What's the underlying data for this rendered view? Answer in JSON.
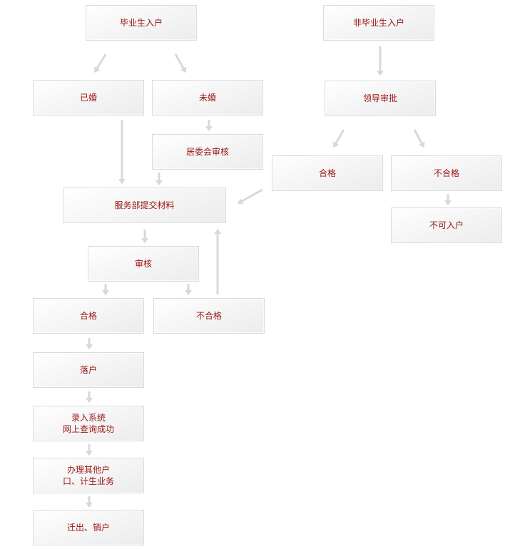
{
  "diagram": {
    "nodes": {
      "graduate": {
        "label": "毕业生入户"
      },
      "non_graduate": {
        "label": "非毕业生入户"
      },
      "married": {
        "label": "已婚"
      },
      "unmarried": {
        "label": "未婚"
      },
      "leader_approval": {
        "label": "领导审批"
      },
      "committee_review": {
        "label": "居委会审核"
      },
      "approval_pass": {
        "label": "合格"
      },
      "approval_fail": {
        "label": "不合格"
      },
      "submit_materials": {
        "label": "服务部提交材料"
      },
      "no_entry": {
        "label": "不可入户"
      },
      "review": {
        "label": "审核"
      },
      "review_pass": {
        "label": "合格"
      },
      "review_fail": {
        "label": "不合格"
      },
      "settle": {
        "label": "落户"
      },
      "system_entry": {
        "line1": "录入系统",
        "line2": "网上查询成功"
      },
      "other_procedures": {
        "line1": "办理其他户",
        "line2": "口、计生业务"
      },
      "move_out": {
        "label": "迁出、销户"
      }
    },
    "edges": [
      [
        "graduate",
        "married"
      ],
      [
        "graduate",
        "unmarried"
      ],
      [
        "non_graduate",
        "leader_approval"
      ],
      [
        "unmarried",
        "committee_review"
      ],
      [
        "married",
        "submit_materials"
      ],
      [
        "committee_review",
        "submit_materials"
      ],
      [
        "leader_approval",
        "approval_pass"
      ],
      [
        "leader_approval",
        "approval_fail"
      ],
      [
        "approval_pass",
        "submit_materials"
      ],
      [
        "approval_fail",
        "no_entry"
      ],
      [
        "submit_materials",
        "review"
      ],
      [
        "review",
        "review_pass"
      ],
      [
        "review",
        "review_fail"
      ],
      [
        "review_fail",
        "submit_materials"
      ],
      [
        "review_pass",
        "settle"
      ],
      [
        "settle",
        "system_entry"
      ],
      [
        "system_entry",
        "other_procedures"
      ],
      [
        "other_procedures",
        "move_out"
      ]
    ],
    "colors": {
      "text": "#9a1414",
      "arrow": "#d8d8d8",
      "border": "#dadada"
    }
  }
}
